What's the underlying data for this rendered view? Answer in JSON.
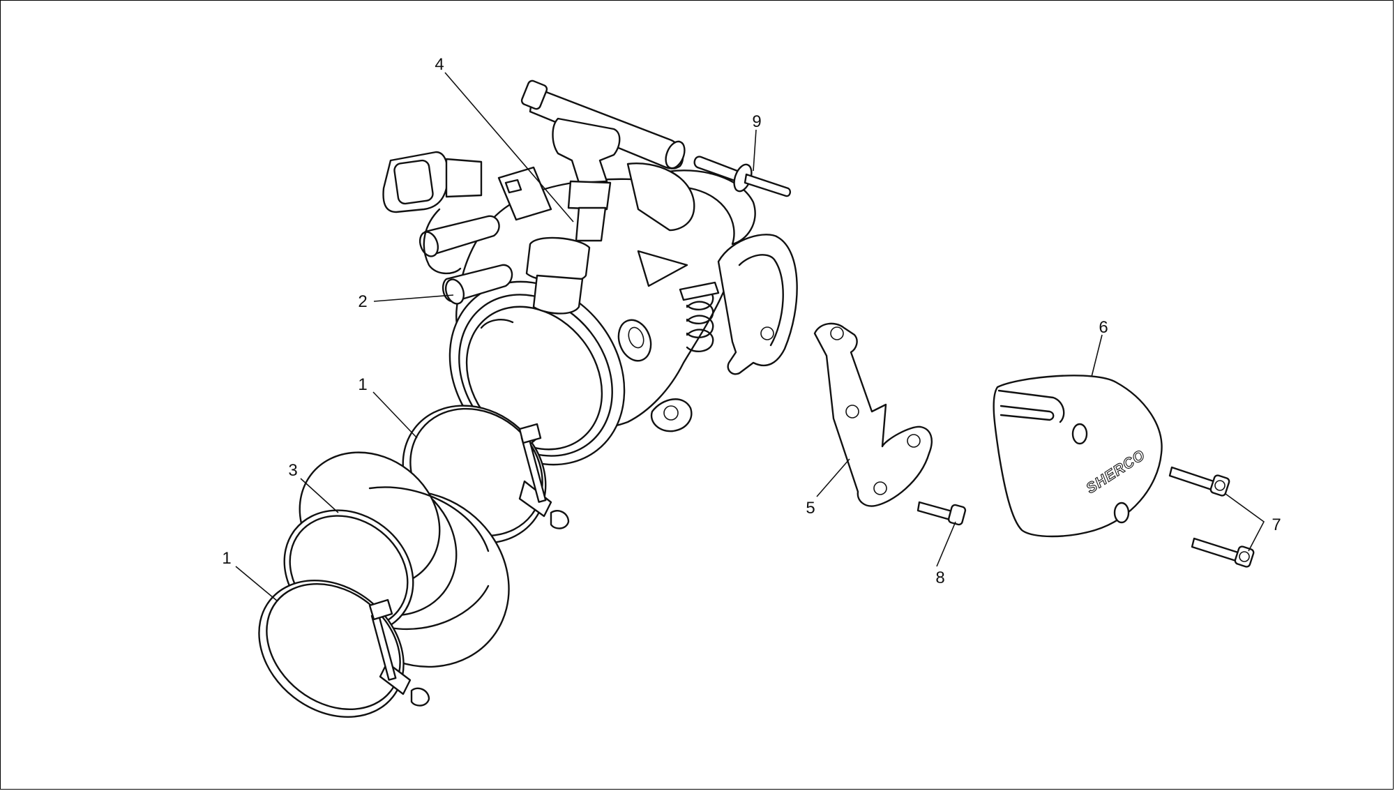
{
  "diagram": {
    "callouts": [
      {
        "id": "c1a",
        "number": "1"
      },
      {
        "id": "c1b",
        "number": "1"
      },
      {
        "id": "c2",
        "number": "2"
      },
      {
        "id": "c3",
        "number": "3"
      },
      {
        "id": "c4",
        "number": "4"
      },
      {
        "id": "c5",
        "number": "5"
      },
      {
        "id": "c6",
        "number": "6"
      },
      {
        "id": "c7",
        "number": "7"
      },
      {
        "id": "c8",
        "number": "8"
      },
      {
        "id": "c9",
        "number": "9"
      }
    ],
    "cover_brand": "SHERCO"
  }
}
